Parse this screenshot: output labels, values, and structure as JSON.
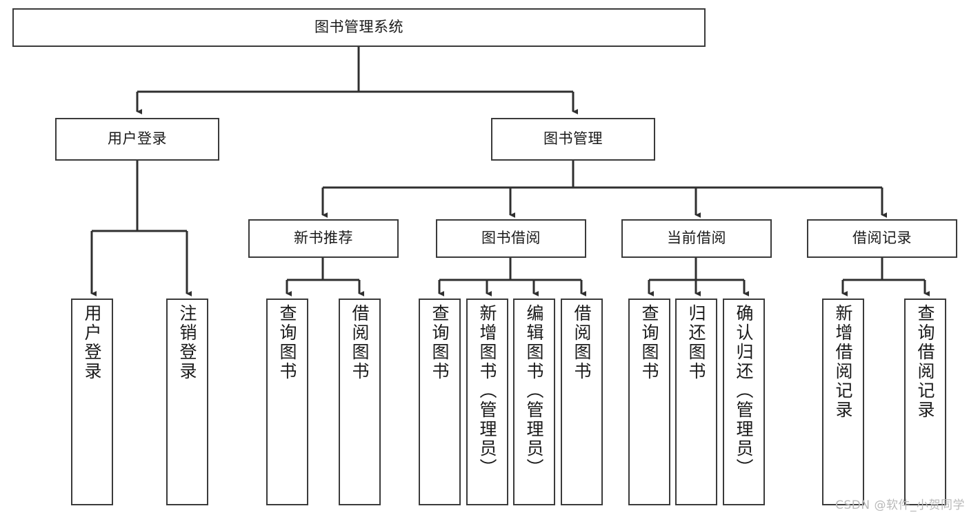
{
  "diagram": {
    "title": "图书管理系统",
    "type": "tree-hierarchy",
    "watermark": "CSDN @软件_小贺同学",
    "colors": {
      "box_border": "#3a3a3a",
      "box_fill": "#ffffff",
      "line": "#2f2f2f",
      "text": "#1a1a1a",
      "watermark": "#b9b9b9",
      "background": "#ffffff"
    }
  },
  "nodes": {
    "root": {
      "label": "图书管理系统"
    },
    "level1": [
      {
        "label": "用户登录"
      },
      {
        "label": "图书管理"
      }
    ],
    "level2": [
      {
        "label": "新书推荐"
      },
      {
        "label": "图书借阅"
      },
      {
        "label": "当前借阅"
      },
      {
        "label": "借阅记录"
      }
    ],
    "leaves": {
      "user_login": [
        {
          "label": "用户登录"
        },
        {
          "label": "注销登录"
        }
      ],
      "new_book": [
        {
          "label": "查询图书"
        },
        {
          "label": "借阅图书"
        }
      ],
      "book_borrow": [
        {
          "label": "查询图书"
        },
        {
          "label": "新增图书（管理员）"
        },
        {
          "label": "编辑图书（管理员）"
        },
        {
          "label": "借阅图书"
        }
      ],
      "current_borrow": [
        {
          "label": "查询图书"
        },
        {
          "label": "归还图书"
        },
        {
          "label": "确认归还（管理员）"
        }
      ],
      "borrow_record": [
        {
          "label": "新增借阅记录"
        },
        {
          "label": "查询借阅记录"
        }
      ]
    }
  }
}
